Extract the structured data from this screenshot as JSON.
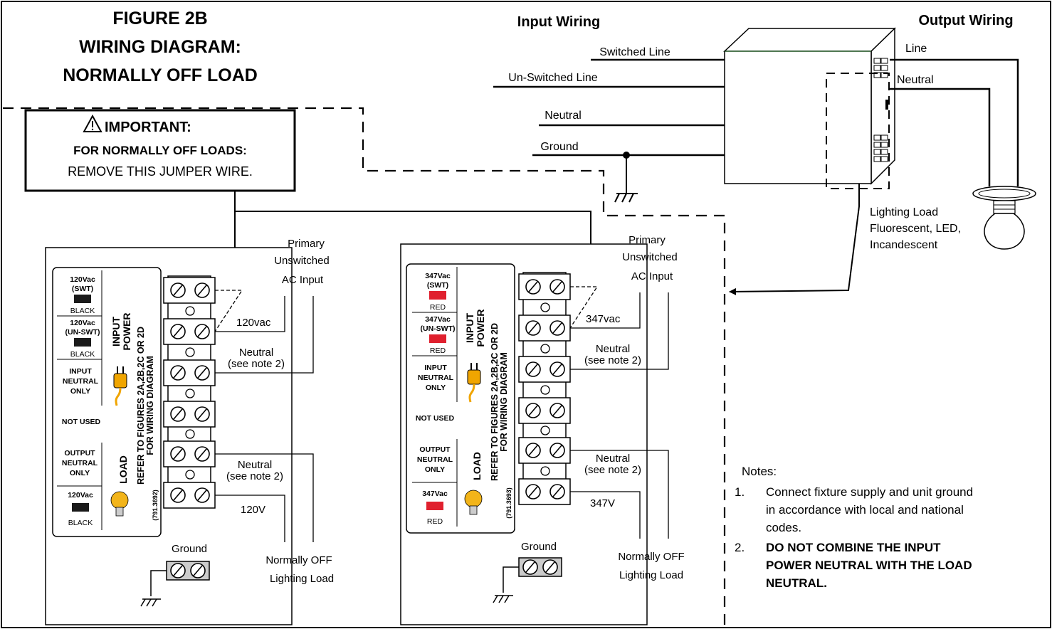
{
  "figure": {
    "title_line1": "FIGURE 2B",
    "title_line2": "WIRING DIAGRAM:",
    "title_line3": "NORMALLY OFF LOAD"
  },
  "important": {
    "heading": "IMPORTANT:",
    "line1": "FOR NORMALLY OFF LOADS:",
    "line2": "REMOVE THIS JUMPER WIRE."
  },
  "input_wiring": {
    "heading": "Input Wiring",
    "switched_line": "Switched Line",
    "unswitched_line": "Un-Switched Line",
    "neutral": "Neutral",
    "ground": "Ground"
  },
  "output_wiring": {
    "heading": "Output Wiring",
    "line": "Line",
    "neutral": "Neutral",
    "load_line1": "Lighting Load",
    "load_line2": "Fluorescent, LED,",
    "load_line3": "Incandescent"
  },
  "unit_120": {
    "swt_volt": "120Vac",
    "swt_tag": "(SWT)",
    "swt_color": "BLACK",
    "unswt_volt": "120Vac",
    "unswt_tag": "(UN-SWT)",
    "unswt_color": "BLACK",
    "input_neutral_1": "INPUT",
    "input_neutral_2": "NEUTRAL",
    "input_neutral_3": "ONLY",
    "not_used": "NOT USED",
    "output_neutral_1": "OUTPUT",
    "output_neutral_2": "NEUTRAL",
    "output_neutral_3": "ONLY",
    "load_volt": "120Vac",
    "load_color": "BLACK",
    "input_power_1": "INPUT",
    "input_power_2": "POWER",
    "load": "LOAD",
    "refer_1": "REFER TO FIGURES 2A,2B,2C OR 2D",
    "refer_2": "FOR WIRING DIAGRAM",
    "part": "(791.3692)",
    "primary_1": "Primary",
    "primary_2": "Unswitched",
    "primary_3": "AC Input",
    "supply_volt": "120vac",
    "neutral_1": "Neutral",
    "neutral_2": "(see note 2)",
    "neutral_out_1": "Neutral",
    "neutral_out_2": "(see note 2)",
    "output_volt": "120V",
    "ground": "Ground",
    "normally_off_1": "Normally OFF",
    "normally_off_2": "Lighting Load",
    "swatch_color": "#1a1a1a"
  },
  "unit_347": {
    "swt_volt": "347Vac",
    "swt_tag": "(SWT)",
    "swt_color": "RED",
    "unswt_volt": "347Vac",
    "unswt_tag": "(UN-SWT)",
    "unswt_color": "RED",
    "input_neutral_1": "INPUT",
    "input_neutral_2": "NEUTRAL",
    "input_neutral_3": "ONLY",
    "not_used": "NOT USED",
    "output_neutral_1": "OUTPUT",
    "output_neutral_2": "NEUTRAL",
    "output_neutral_3": "ONLY",
    "load_volt": "347Vac",
    "load_color": "RED",
    "input_power_1": "INPUT",
    "input_power_2": "POWER",
    "load": "LOAD",
    "refer_1": "REFER TO FIGURES 2A,2B,2C OR 2D",
    "refer_2": "FOR WIRING DIAGRAM",
    "part": "(791.3693)",
    "primary_1": "Primary",
    "primary_2": "Unswitched",
    "primary_3": "AC Input",
    "supply_volt": "347vac",
    "neutral_1": "Neutral",
    "neutral_2": "(see note 2)",
    "neutral_out_1": "Neutral",
    "neutral_out_2": "(see note 2)",
    "output_volt": "347V",
    "ground": "Ground",
    "normally_off_1": "Normally OFF",
    "normally_off_2": "Lighting Load",
    "swatch_color": "#e0202e"
  },
  "notes": {
    "heading": "Notes:",
    "n1_num": "1.",
    "n1_l1": "Connect fixture supply and unit ground",
    "n1_l2": "in accordance with local and national",
    "n1_l3": "codes.",
    "n2_num": "2.",
    "n2_l1": "DO NOT COMBINE THE INPUT",
    "n2_l2": "POWER NEUTRAL WITH THE LOAD",
    "n2_l3": "NEUTRAL."
  },
  "colors": {
    "plug": "#f0a500",
    "bulb": "#f2b41a",
    "box_edge": "#2e7d32"
  }
}
